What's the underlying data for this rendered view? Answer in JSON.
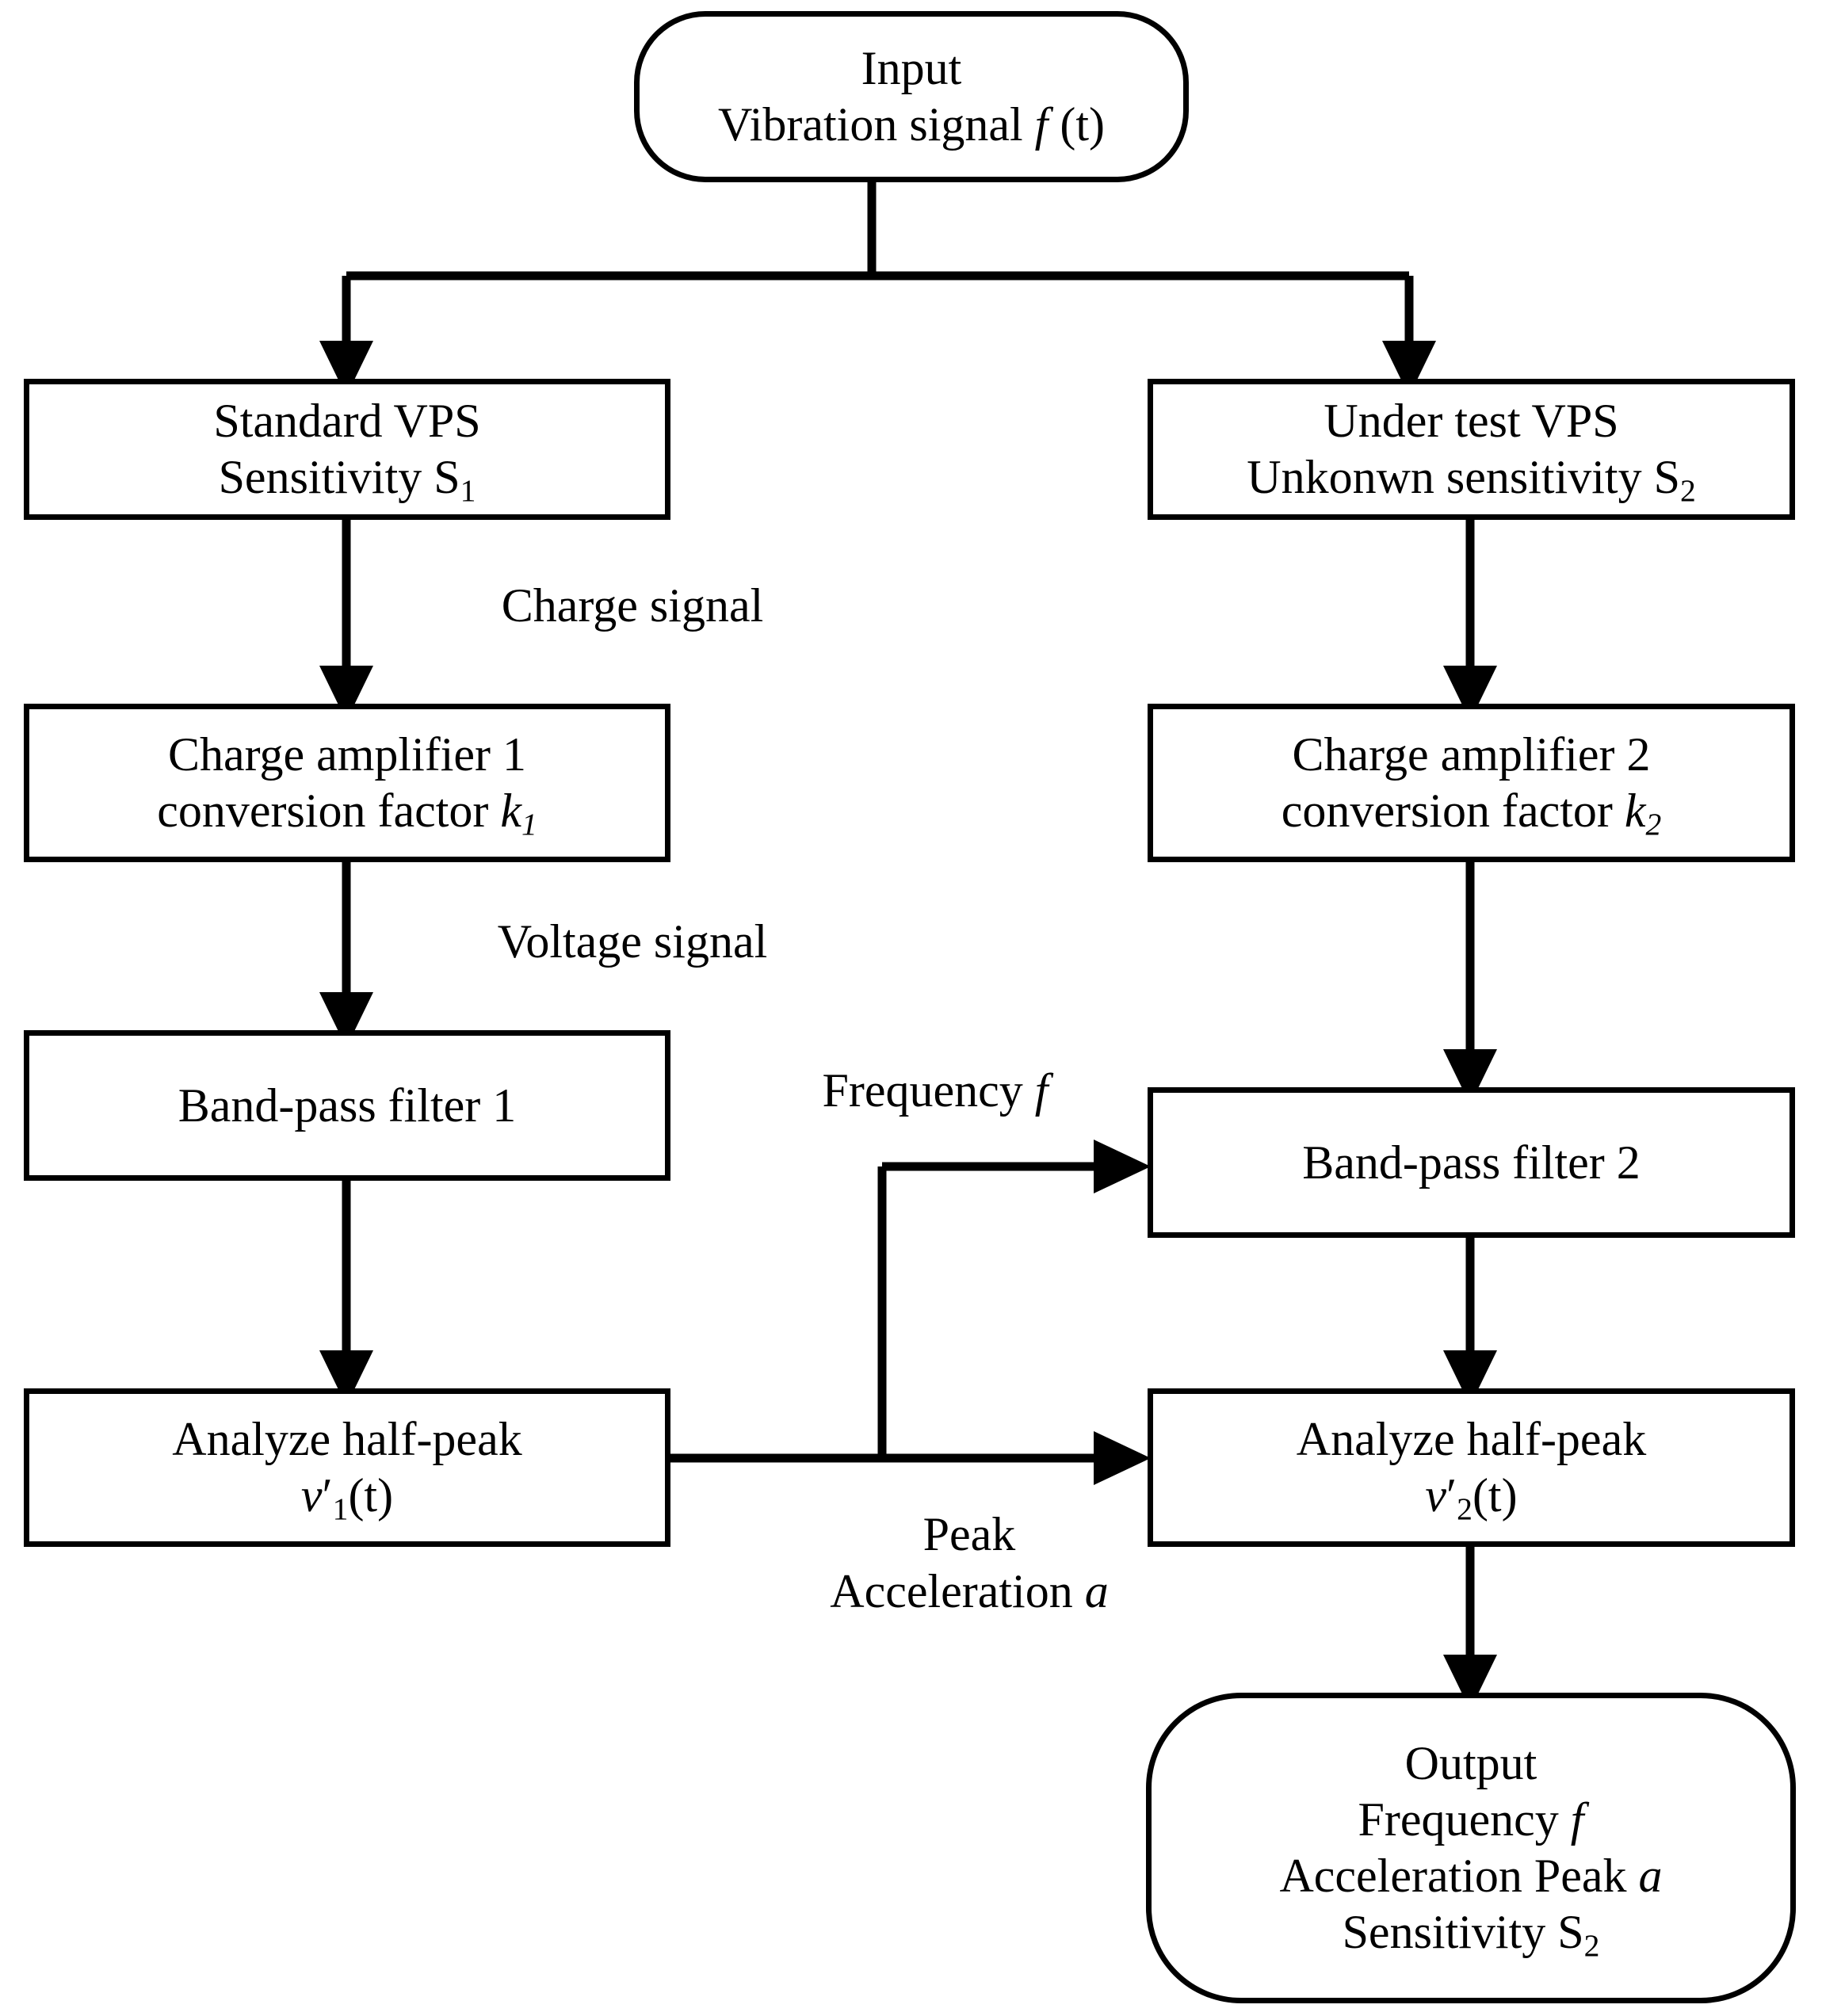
{
  "diagram": {
    "title": "Vibration sensor calibration comparison flowchart",
    "stroke_color": "#000000",
    "background_color": "#ffffff",
    "nodes": {
      "input": {
        "shape": "stadium",
        "lines": [
          "Input",
          "Vibration signal f (t)"
        ],
        "line1": "Input",
        "line2_pre": "Vibration signal ",
        "line2_var": "f",
        "line2_post": " (t)"
      },
      "standard_vps": {
        "shape": "rectangle",
        "line1": "Standard VPS",
        "line2_pre": "Sensitivity S",
        "line2_sub": "1"
      },
      "under_test_vps": {
        "shape": "rectangle",
        "line1": "Under test VPS",
        "line2_pre": "Unkonwn sensitivity S",
        "line2_sub": "2"
      },
      "charge_amp_1": {
        "shape": "rectangle",
        "line1": "Charge amplifier 1",
        "line2_pre": "conversion factor ",
        "line2_var": "k",
        "line2_sub": "1"
      },
      "charge_amp_2": {
        "shape": "rectangle",
        "line1": "Charge amplifier 2",
        "line2_pre": "conversion factor ",
        "line2_var": "k",
        "line2_sub": "2"
      },
      "band_pass_filter_1": {
        "shape": "rectangle",
        "line1": "Band-pass filter 1"
      },
      "band_pass_filter_2": {
        "shape": "rectangle",
        "line1": "Band-pass filter 2"
      },
      "analyze_half_peak_1": {
        "shape": "rectangle",
        "line1": "Analyze  half-peak",
        "line2_var": "v",
        "line2_prime": "′",
        "line2_sub": "1",
        "line2_post": "(t)"
      },
      "analyze_half_peak_2": {
        "shape": "rectangle",
        "line1": "Analyze  half-peak",
        "line2_var": "v",
        "line2_prime": "′",
        "line2_sub": "2",
        "line2_post": "(t)"
      },
      "output": {
        "shape": "stadium",
        "line1": "Output",
        "line2_pre": "Frequency ",
        "line2_var": "f",
        "line3_pre": "Acceleration Peak  ",
        "line3_var": "a",
        "line4_pre": "Sensitivity S",
        "line4_sub": "2"
      }
    },
    "edge_labels": {
      "charge_signal": "Charge signal",
      "voltage_signal": "Voltage signal",
      "frequency_pre": "Frequency ",
      "frequency_var": "f",
      "peak_line1": "Peak",
      "peak_line2_pre": "Acceleration ",
      "peak_line2_var": "a"
    }
  }
}
